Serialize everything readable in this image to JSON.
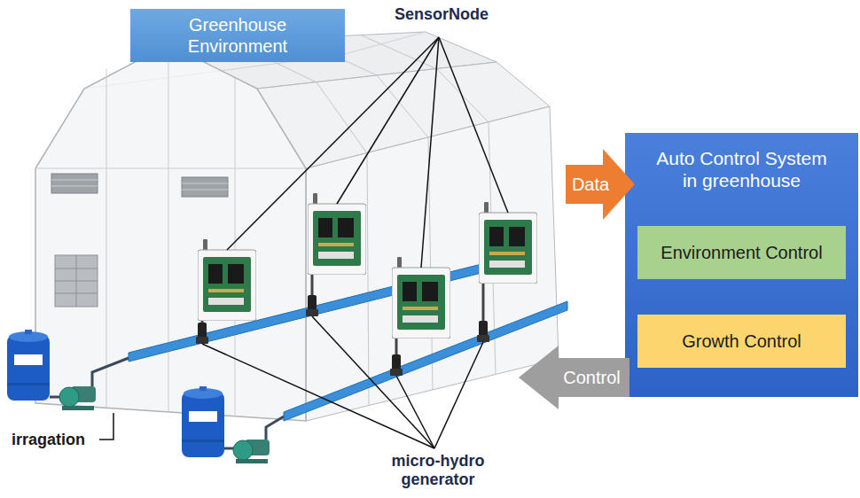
{
  "diagram": {
    "nodes": [
      {
        "text": [
          "Greenhouse Environment"
        ]
      },
      {
        "text": [
          "Auto Control System in greenhouse"
        ]
      },
      {
        "text": [
          "Environment Control"
        ],
        "in": 1
      },
      {
        "text": [
          "Growth Control"
        ],
        "in": 1
      },
      {
        "text": [
          "Data"
        ]
      },
      {
        "text": [
          "Control"
        ]
      }
    ],
    "labels": [
      "SensorNode",
      "irragation",
      "micro-hydro generator"
    ]
  }
}
